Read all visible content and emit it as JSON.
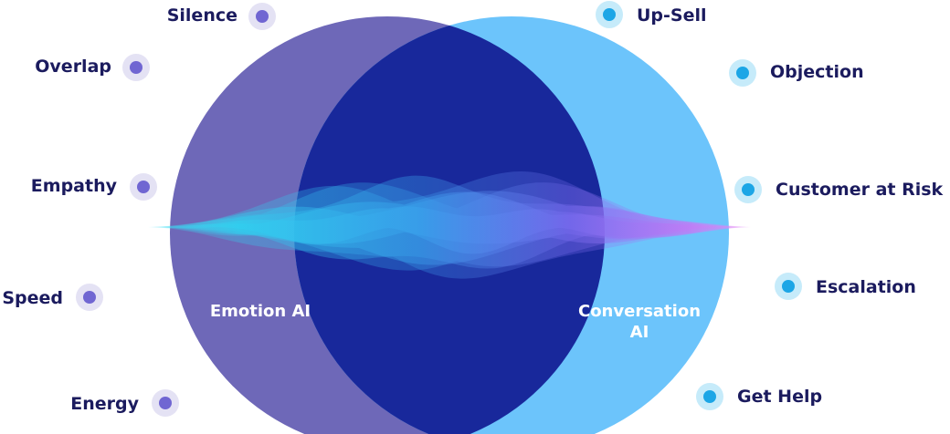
{
  "left_circle_label": "Emotion AI",
  "right_circle_label": "Conversation AI",
  "left_items": [
    "Silence",
    "Overlap",
    "Empathy",
    "Speed",
    "Energy"
  ],
  "right_items": [
    "Up-Sell",
    "Objection",
    "Customer at Risk",
    "Escalation",
    "Get Help"
  ],
  "colors": {
    "left_circle": "#6e68b8",
    "right_circle": "#6cc4fb",
    "overlap": "#18289b",
    "text_dark": "#1b1b5e",
    "left_dot": "#7066d2",
    "right_dot": "#1ca6e6"
  }
}
